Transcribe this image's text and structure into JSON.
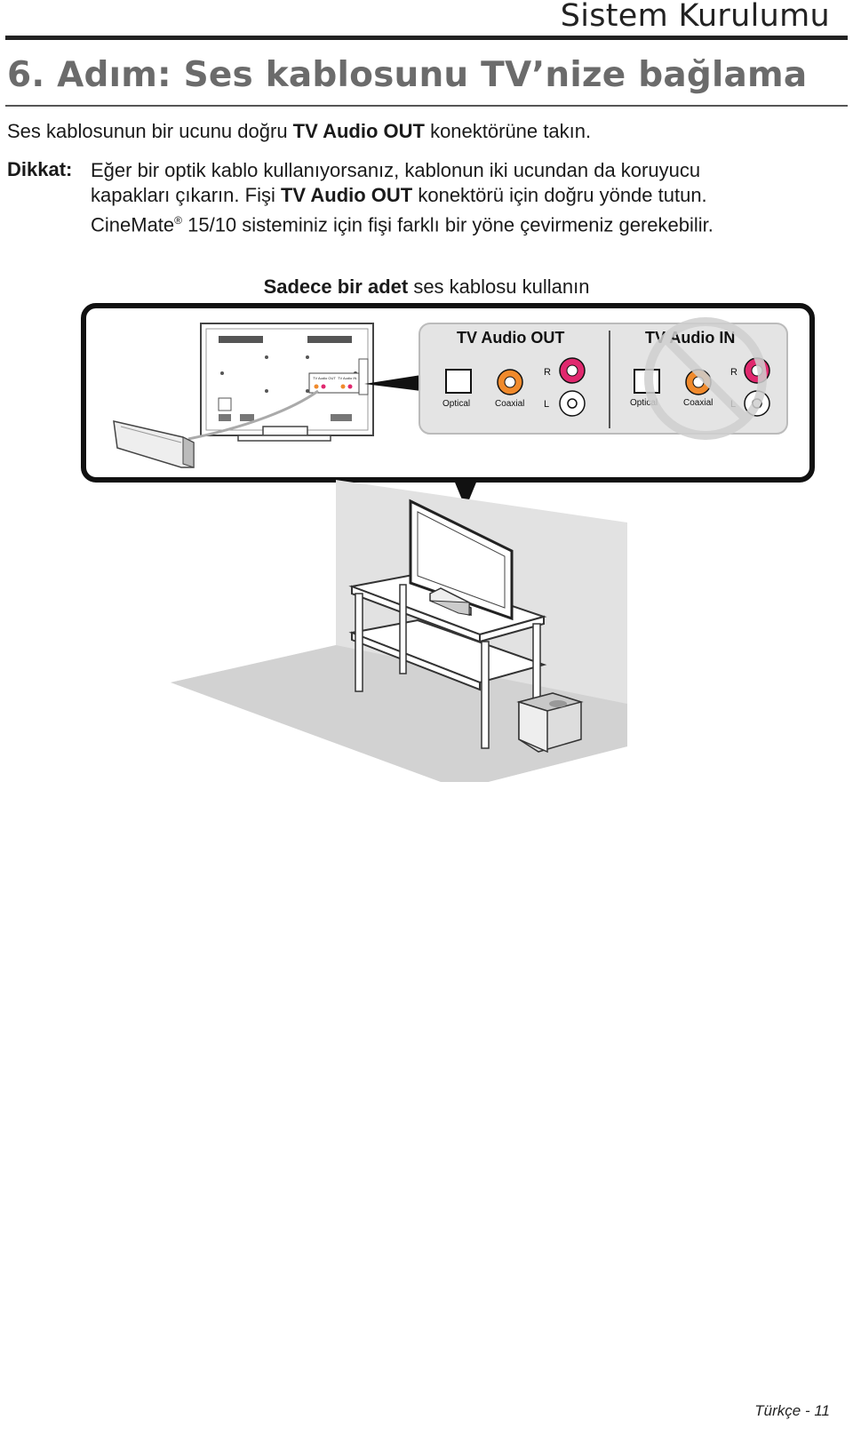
{
  "header": {
    "section_title": "Sistem Kurulumu"
  },
  "step": {
    "title": "6. Adım: Ses kablosunu TV’nize bağlama"
  },
  "instruction": {
    "before": "Ses kablosunun bir ucunu doğru ",
    "bold": "TV Audio OUT",
    "after": " konektörüne takın."
  },
  "note": {
    "label": "Dikkat:",
    "line1": "Eğer bir optik kablo kullanıyorsanız, kablonun iki ucundan da koruyucu",
    "line2_before": "kapakları çıkarın. Fişi ",
    "line2_bold": "TV Audio OUT",
    "line2_after": " konektörü için doğru yönde tutun.",
    "line3_before": "CineMate",
    "line3_sup": "®",
    "line3_after": " 15/10 sisteminiz için fişi farklı bir yöne çevirmeniz gerekebilir."
  },
  "caption": {
    "bold": "Sadece bir adet",
    "rest": " ses kablosu kullanın"
  },
  "panel": {
    "out_title": "TV Audio OUT",
    "in_title": "TV Audio IN",
    "optical": "Optical",
    "coaxial": "Coaxial",
    "r": "R",
    "l": "L",
    "mini_out": "TV Audio OUT",
    "mini_in": "TV Audio IN"
  },
  "colors": {
    "coaxial_orange": "#f08a2c",
    "red_jack": "#e0286e",
    "prohibit": "#cfcfcf"
  },
  "footer": {
    "page": "Türkçe - 11"
  }
}
